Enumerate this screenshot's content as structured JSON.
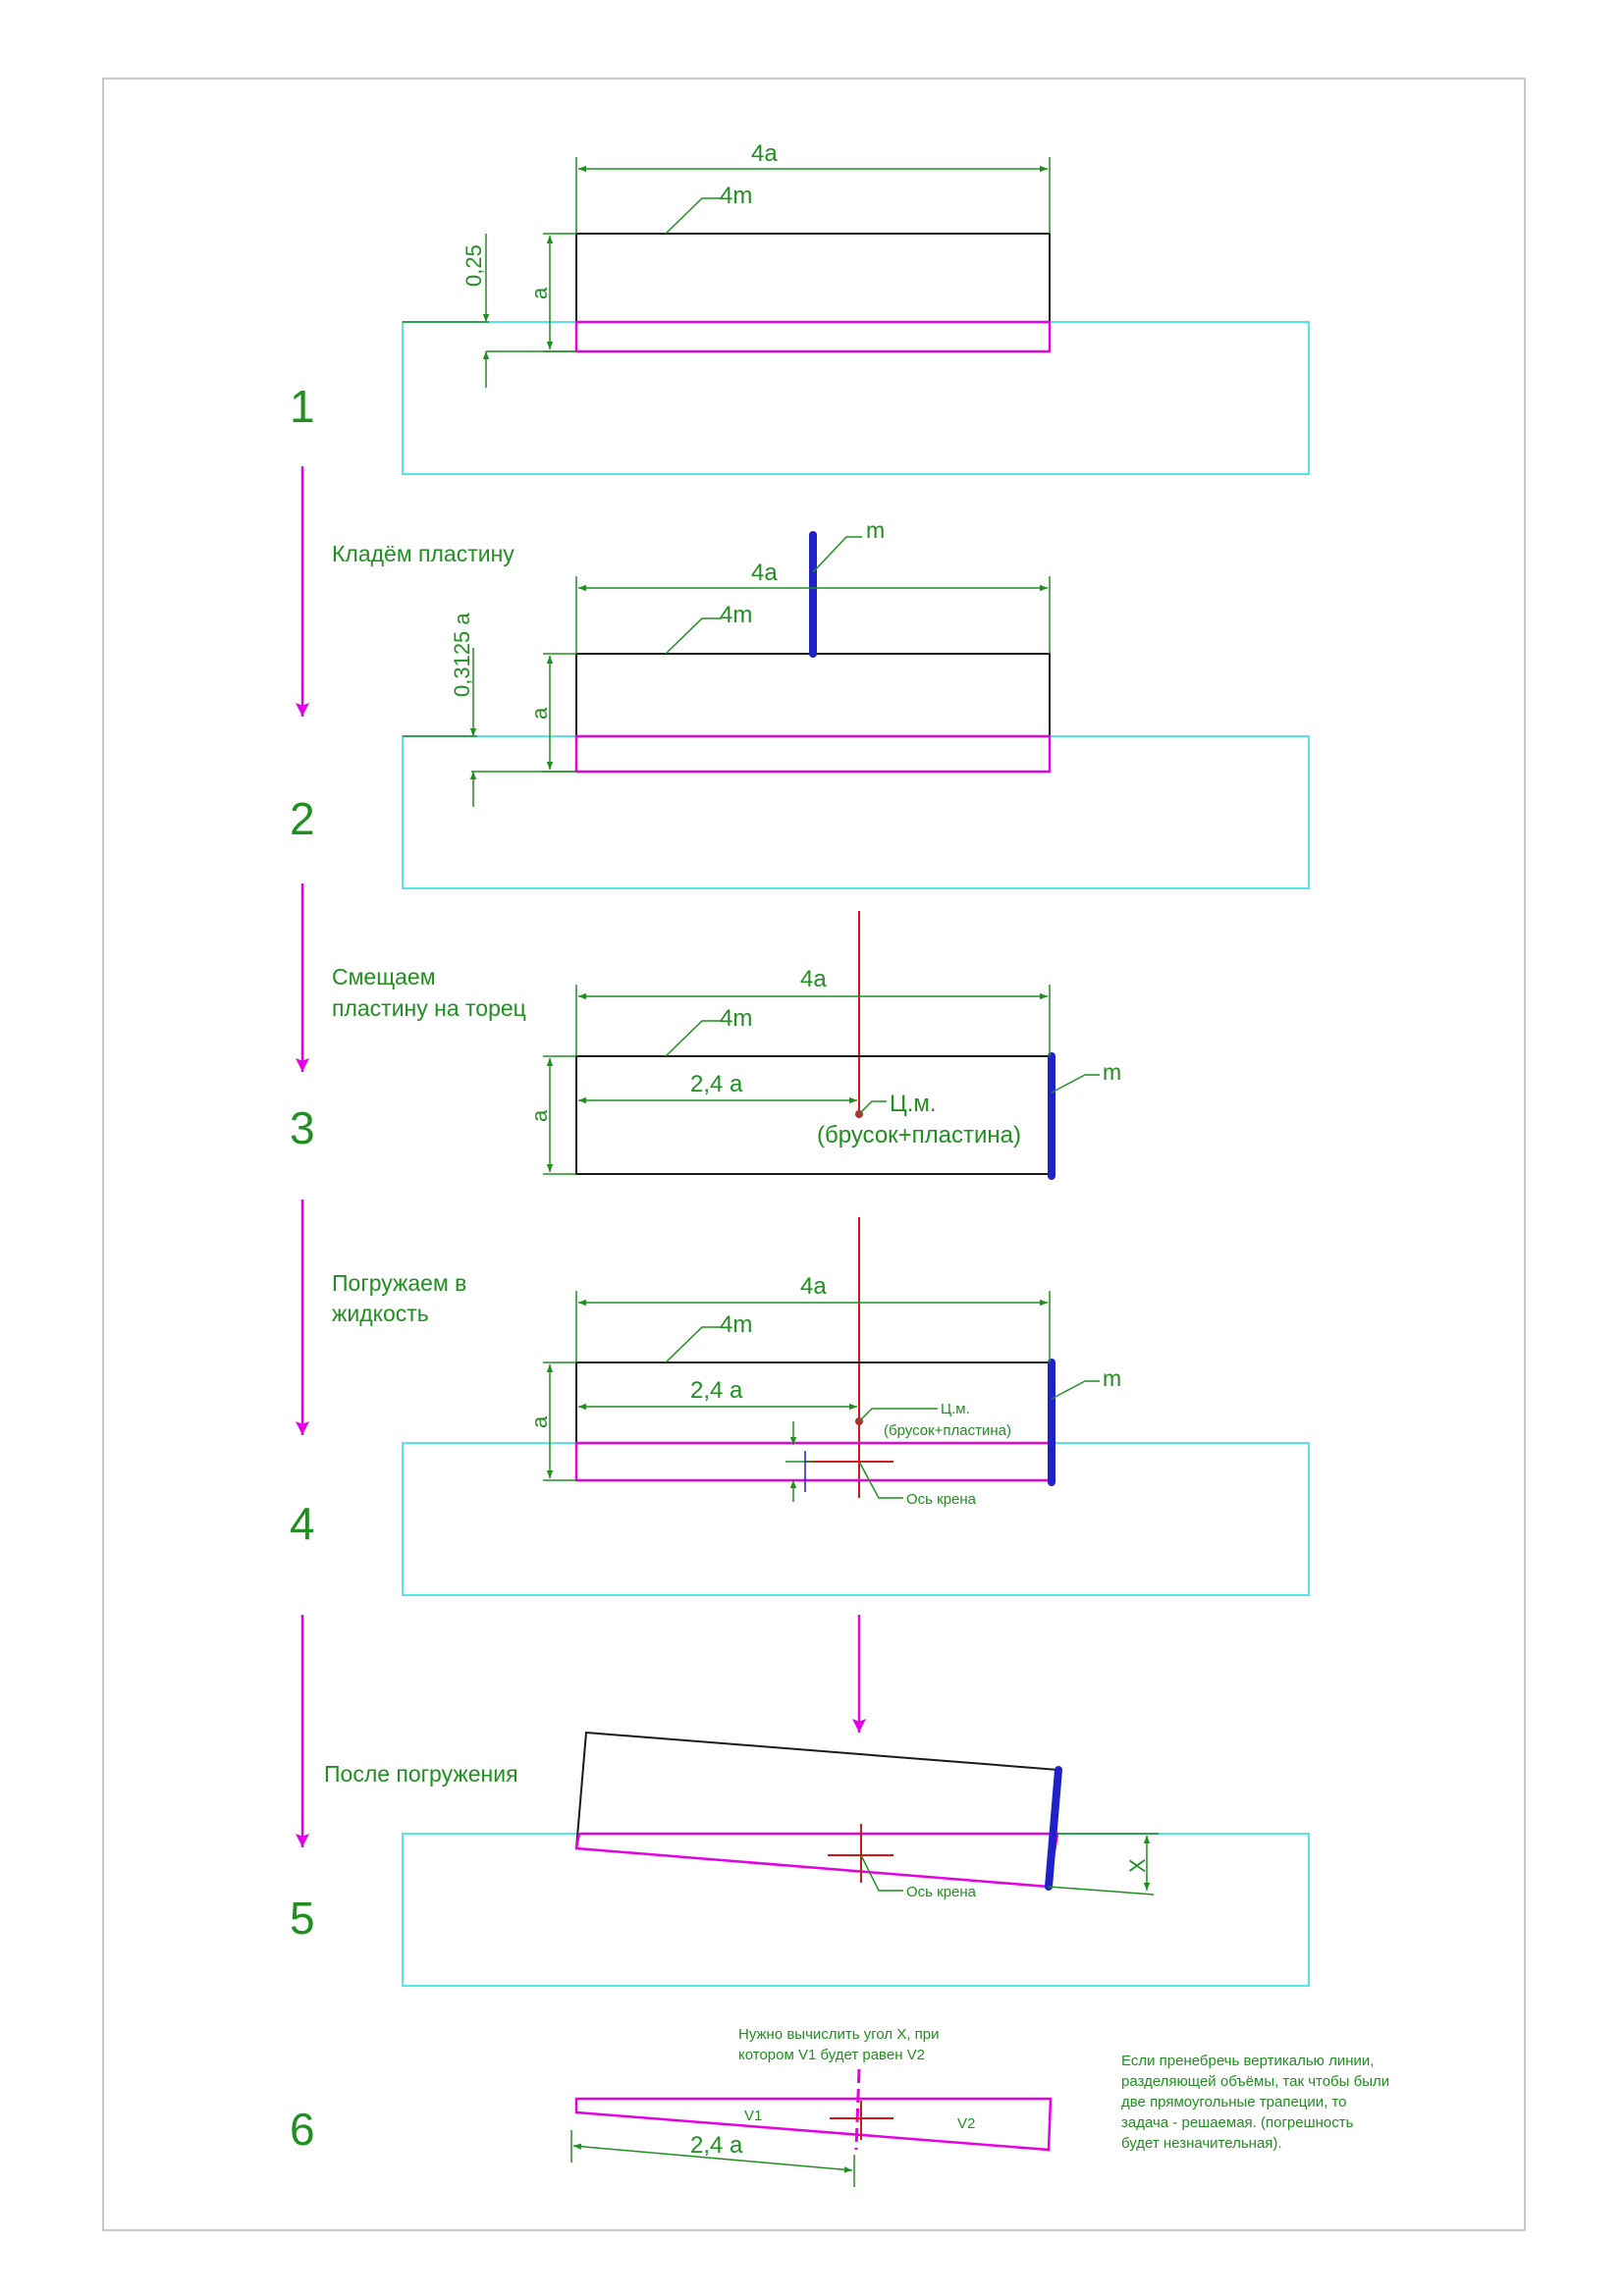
{
  "colors": {
    "green": "#1f8f1f",
    "magenta": "#e600e6",
    "cyan": "#55e6ea",
    "blue": "#1e22c8",
    "red": "#cc1a1a",
    "black": "#1a1a1a"
  },
  "steps": [
    {
      "number": "1"
    },
    {
      "number": "2",
      "caption_lines": [
        "Кладём пластину"
      ]
    },
    {
      "number": "3",
      "caption_lines": [
        "Смещаем",
        "пластину на торец"
      ]
    },
    {
      "number": "4",
      "caption_lines": [
        "Погружаем в",
        "жидкость"
      ]
    },
    {
      "number": "5",
      "caption_lines": [
        "После погружения"
      ]
    },
    {
      "number": "6"
    }
  ],
  "labels": {
    "width": "4a",
    "bar_mass": "4m",
    "height": "a",
    "plate_mass": "m",
    "immersion_1": "0,25",
    "immersion_2": "0,3125 a",
    "cm_offset": "2,4 a",
    "cm_line1": "Ц.м.",
    "cm_line2": "(брусок+пластина)",
    "cm_small": "Ц.м.",
    "cm_small2": "(брусок+пластина)",
    "heel_axis": "Ось крена",
    "angle": "X",
    "v1": "V1",
    "v2": "V2"
  },
  "notes": {
    "task_lines": [
      "Нужно вычислить угол X,   при",
      "котором  V1 будет равен V2"
    ],
    "remark_lines": [
      "Если пренебречь вертикалью линии,",
      "разделяющей объёмы, так чтобы были",
      "две прямоугольные трапеции, то",
      "задача - решаемая. (погрешность",
      "будет незначительная)."
    ]
  }
}
